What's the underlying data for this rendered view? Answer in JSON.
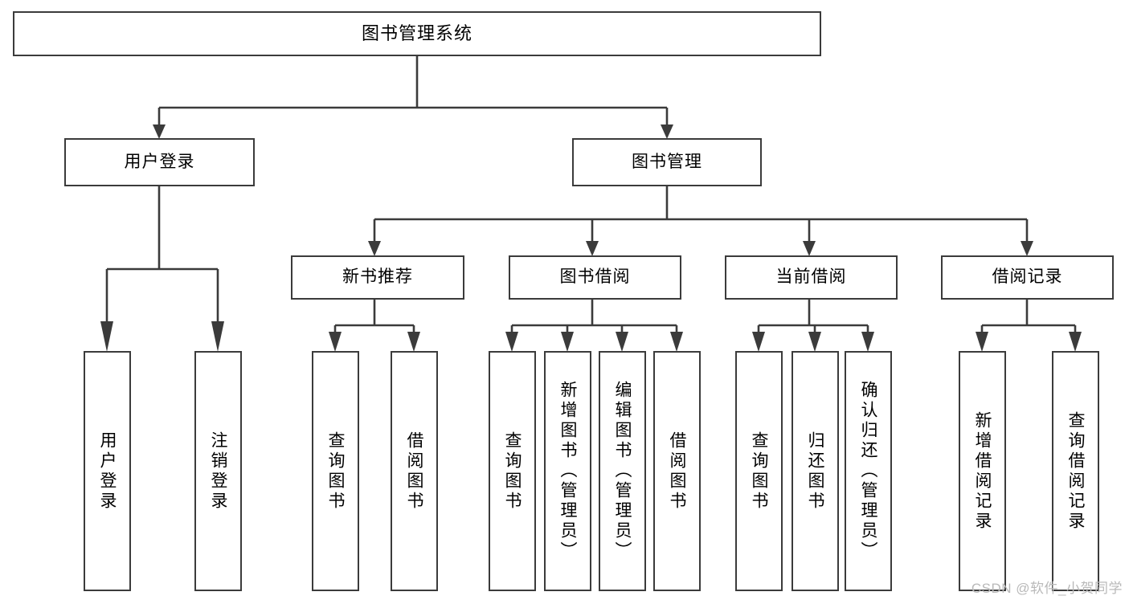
{
  "diagram": {
    "title": "图书管理系统",
    "type": "tree",
    "root": {
      "id": "root",
      "label": "图书管理系统",
      "orientation": "horizontal"
    },
    "level1": [
      {
        "id": "user-login",
        "label": "用户登录",
        "orientation": "horizontal"
      },
      {
        "id": "book-manage",
        "label": "图书管理",
        "orientation": "horizontal"
      }
    ],
    "level2": [
      {
        "id": "new-book-rec",
        "label": "新书推荐",
        "orientation": "horizontal",
        "parent": "book-manage"
      },
      {
        "id": "book-borrow",
        "label": "图书借阅",
        "orientation": "horizontal",
        "parent": "book-manage"
      },
      {
        "id": "current-borrow",
        "label": "当前借阅",
        "orientation": "horizontal",
        "parent": "book-manage"
      },
      {
        "id": "borrow-record",
        "label": "借阅记录",
        "orientation": "horizontal",
        "parent": "book-manage"
      }
    ],
    "leaves": [
      {
        "id": "leaf-user-login",
        "label": "用户登录",
        "parent": "user-login",
        "orientation": "vertical"
      },
      {
        "id": "leaf-user-logout",
        "label": "注销登录",
        "parent": "user-login",
        "orientation": "vertical"
      },
      {
        "id": "leaf-query-book-1",
        "label": "查询图书",
        "parent": "new-book-rec",
        "orientation": "vertical"
      },
      {
        "id": "leaf-borrow-book-1",
        "label": "借阅图书",
        "parent": "new-book-rec",
        "orientation": "vertical"
      },
      {
        "id": "leaf-query-book-2",
        "label": "查询图书",
        "parent": "book-borrow",
        "orientation": "vertical"
      },
      {
        "id": "leaf-add-book",
        "label": "新增图书（管理员）",
        "parent": "book-borrow",
        "orientation": "vertical"
      },
      {
        "id": "leaf-edit-book",
        "label": "编辑图书（管理员）",
        "parent": "book-borrow",
        "orientation": "vertical"
      },
      {
        "id": "leaf-borrow-book-2",
        "label": "借阅图书",
        "parent": "book-borrow",
        "orientation": "vertical"
      },
      {
        "id": "leaf-query-book-3",
        "label": "查询图书",
        "parent": "current-borrow",
        "orientation": "vertical"
      },
      {
        "id": "leaf-return-book",
        "label": "归还图书",
        "parent": "current-borrow",
        "orientation": "vertical"
      },
      {
        "id": "leaf-confirm-return",
        "label": "确认归还（管理员）",
        "parent": "current-borrow",
        "orientation": "vertical"
      },
      {
        "id": "leaf-add-record",
        "label": "新增借阅记录",
        "parent": "borrow-record",
        "orientation": "vertical"
      },
      {
        "id": "leaf-query-record",
        "label": "查询借阅记录",
        "parent": "borrow-record",
        "orientation": "vertical"
      }
    ]
  },
  "watermark": {
    "text": "CSDN @软件_小贺同学"
  },
  "colors": {
    "stroke": "#3b3b3b",
    "background": "#ffffff",
    "text": "#000000",
    "watermark": "#b9b9b9"
  }
}
